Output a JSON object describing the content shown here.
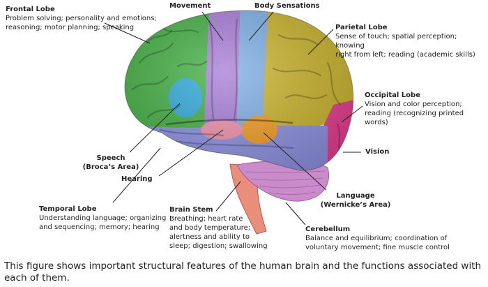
{
  "labels": {
    "frontal": {
      "title": "Frontal Lobe",
      "desc_1": "Problem solving; personality and emotions;",
      "desc_2": "reasoning; motor planning; speaking"
    },
    "movement": {
      "title": "Movement"
    },
    "body_sensations": {
      "title": "Body Sensations"
    },
    "parietal": {
      "title": "Parietal Lobe",
      "desc_1": "Sense of touch; spatial perception; knowing",
      "desc_2": "right from left; reading (academic skills)"
    },
    "occipital": {
      "title": "Occipital Lobe",
      "desc_1": "Vision and color perception;",
      "desc_2": "reading (recognizing printed words)"
    },
    "vision": {
      "title": "Vision"
    },
    "speech": {
      "title": "Speech",
      "desc_1": "(Broca’s Area)"
    },
    "hearing": {
      "title": "Hearing"
    },
    "language": {
      "title": "Language",
      "desc_1": "(Wernicke’s Area)"
    },
    "temporal": {
      "title": "Temporal Lobe",
      "desc_1": "Understanding language; organizing",
      "desc_2": "and sequencing; memory; hearing"
    },
    "brain_stem": {
      "title": "Brain Stem",
      "desc_1": "Breathing; heart rate",
      "desc_2": "and body temperature;",
      "desc_3": "alertness and ability to",
      "desc_4": "sleep; digestion; swallowing"
    },
    "cerebellum": {
      "title": "Cerebellum",
      "desc_1": "Balance and equilibrium; coordination of",
      "desc_2": "voluntary movement; fine muscle control"
    }
  },
  "caption": "This figure shows important structural features of the human brain and the functions associated with each of them.",
  "colors": {
    "frontal": "#3fae3f",
    "motor": "#a57ad6",
    "sensory": "#7aaee6",
    "parietal": "#c9b227",
    "occipital": "#e43a8c",
    "temporal": "#8a8fe0",
    "brocas": "#2aa7d9",
    "wernicke": "#f29a1e",
    "cerebellum": "#c98bc9",
    "brain_stem": "#e88e7a",
    "leader": "#231f20"
  }
}
